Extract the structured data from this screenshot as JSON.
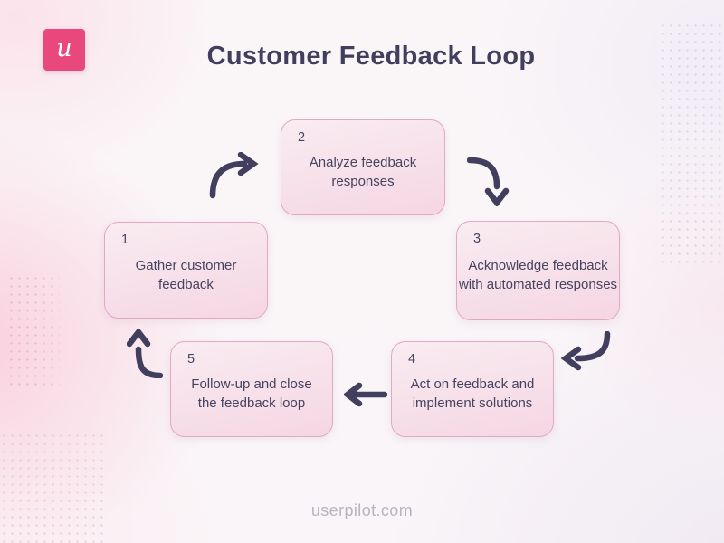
{
  "page": {
    "title": "Customer Feedback Loop",
    "footer": "userpilot.com"
  },
  "logo": {
    "letter": "u",
    "name": "userpilot-logo"
  },
  "colors": {
    "accent_pink": "#e8487b",
    "title_text": "#413e5e",
    "arrow": "#413e5e",
    "box_border": "#dfa9c3",
    "box_fill_top": "#f9ecf1",
    "box_fill_bottom": "#f5d6e3",
    "box_text": "#46435f",
    "footer_text": "#b9b2c3"
  },
  "diagram": {
    "type": "cycle-flowchart",
    "steps": [
      {
        "number": "1",
        "label": "Gather customer feedback",
        "lines": [
          "Gather customer",
          "feedback"
        ]
      },
      {
        "number": "2",
        "label": "Analyze feedback responses",
        "lines": [
          "Analyze feedback",
          "responses"
        ]
      },
      {
        "number": "3",
        "label": "Acknowledge feedback with automated responses",
        "lines": [
          "Acknowledge feedback",
          "with automated responses"
        ]
      },
      {
        "number": "4",
        "label": "Act on feedback and implement solutions",
        "lines": [
          "Act on feedback and",
          "implement solutions"
        ]
      },
      {
        "number": "5",
        "label": "Follow-up and close the feedback loop",
        "lines": [
          "Follow-up and close",
          "the feedback loop"
        ]
      }
    ],
    "arrows": [
      {
        "from": "1",
        "to": "2",
        "shape": "curve-up-then-right"
      },
      {
        "from": "2",
        "to": "3",
        "shape": "curve-right-then-down"
      },
      {
        "from": "3",
        "to": "4",
        "shape": "curve-down-then-left"
      },
      {
        "from": "4",
        "to": "5",
        "shape": "straight-left"
      },
      {
        "from": "5",
        "to": "1",
        "shape": "curve-left-then-up"
      }
    ]
  }
}
